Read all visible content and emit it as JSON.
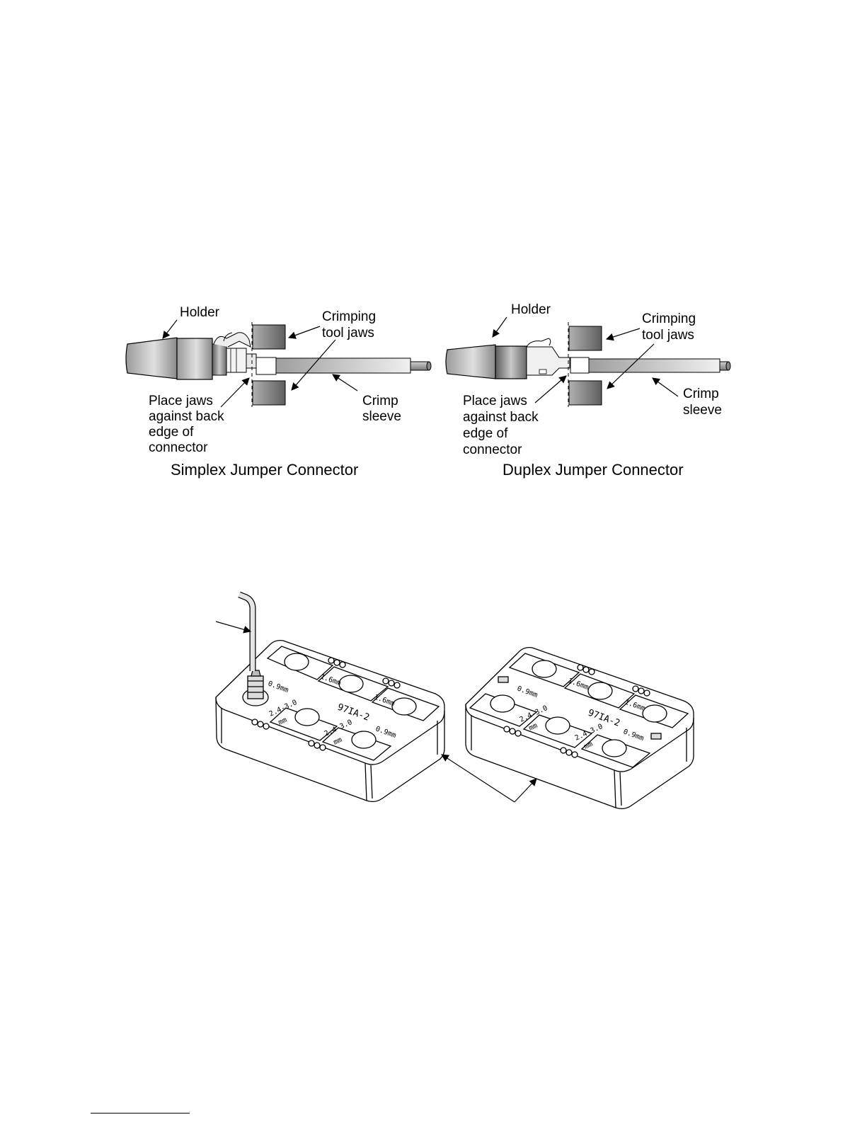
{
  "simplex": {
    "labels": {
      "holder": "Holder",
      "jaws_1": "Crimping",
      "jaws_2": "tool jaws",
      "place_1": "Place jaws",
      "place_2": "against back",
      "place_3": "edge of",
      "place_4": "connector",
      "crimp_1": "Crimp",
      "crimp_2": "sleeve"
    },
    "caption": "Simplex Jumper Connector"
  },
  "duplex": {
    "labels": {
      "holder": "Holder",
      "jaws_1": "Crimping",
      "jaws_2": "tool jaws",
      "place_1": "Place jaws",
      "place_2": "against back",
      "place_3": "edge of",
      "place_4": "connector",
      "crimp_1": "Crimp",
      "crimp_2": "sleeve"
    },
    "caption": "Duplex Jumper Connector"
  },
  "fixture": {
    "model": "97IA-2",
    "size_small": "1.6mm",
    "size_fiber": "0.9mm",
    "size_large": "2.4-3.0",
    "unit": "mm"
  }
}
